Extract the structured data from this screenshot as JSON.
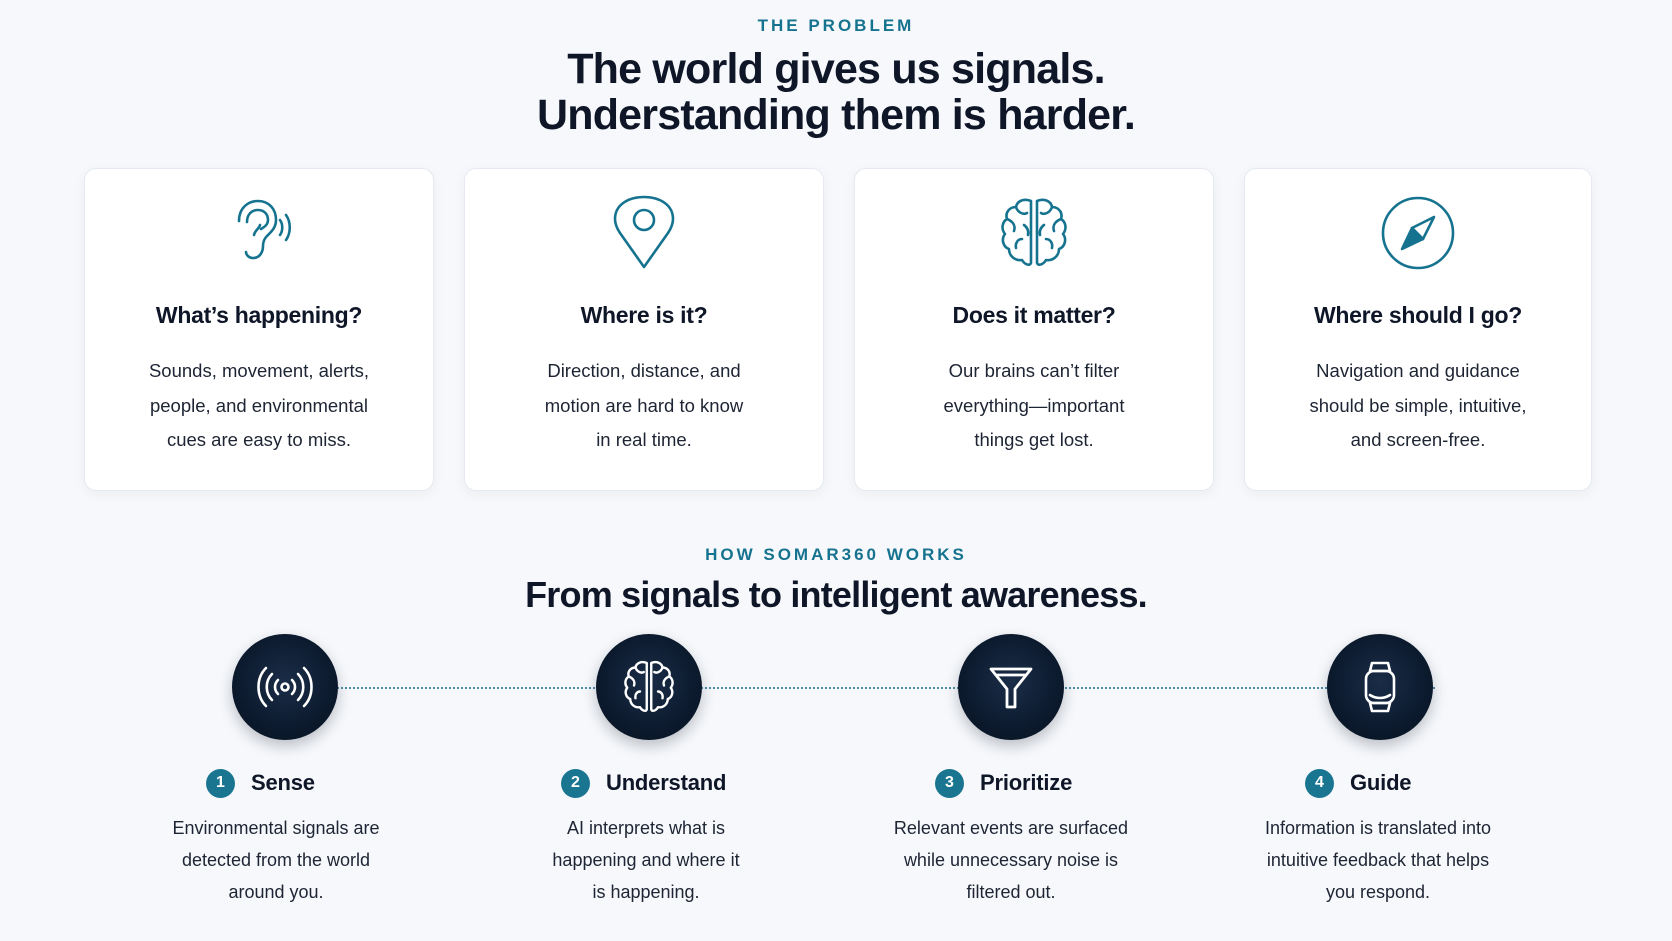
{
  "problem": {
    "eyebrow": "THE PROBLEM",
    "title_line1": "The world gives us signals.",
    "title_line2": "Understanding them is harder."
  },
  "cards": [
    {
      "icon": "ear-icon",
      "title": "What’s happening?",
      "lines": [
        "Sounds, movement, alerts,",
        "people, and environmental",
        "cues are easy to miss."
      ]
    },
    {
      "icon": "location-pin-icon",
      "title": "Where is it?",
      "lines": [
        "Direction, distance, and",
        "motion are hard to know",
        "in real time."
      ]
    },
    {
      "icon": "brain-icon",
      "title": "Does it matter?",
      "lines": [
        "Our brains can’t filter",
        "everything—important",
        "things get lost."
      ]
    },
    {
      "icon": "compass-icon",
      "title": "Where should I go?",
      "lines": [
        "Navigation and guidance",
        "should be simple, intuitive,",
        "and screen-free."
      ]
    }
  ],
  "how": {
    "eyebrow": "HOW SOMAR360 WORKS",
    "title": "From signals to intelligent awareness."
  },
  "steps": [
    {
      "number": "1",
      "icon": "signal-broadcast-icon",
      "label": "Sense",
      "lines": [
        "Environmental signals are",
        "detected from the world",
        "around you."
      ]
    },
    {
      "number": "2",
      "icon": "brain-icon",
      "label": "Understand",
      "lines": [
        "AI interprets what is",
        "happening and where it",
        "is happening."
      ]
    },
    {
      "number": "3",
      "icon": "filter-icon",
      "label": "Prioritize",
      "lines": [
        "Relevant events are surfaced",
        "while unnecessary noise is",
        "filtered out."
      ]
    },
    {
      "number": "4",
      "icon": "wearable-device-icon",
      "label": "Guide",
      "lines": [
        "Information is translated into",
        "intuitive feedback that helps",
        "you respond."
      ]
    }
  ],
  "colors": {
    "accent": "#16738f",
    "heading": "#0e1628",
    "background": "#f6f8fb",
    "step_circle": "#0c1a2e",
    "step_badge": "#1a7590"
  }
}
